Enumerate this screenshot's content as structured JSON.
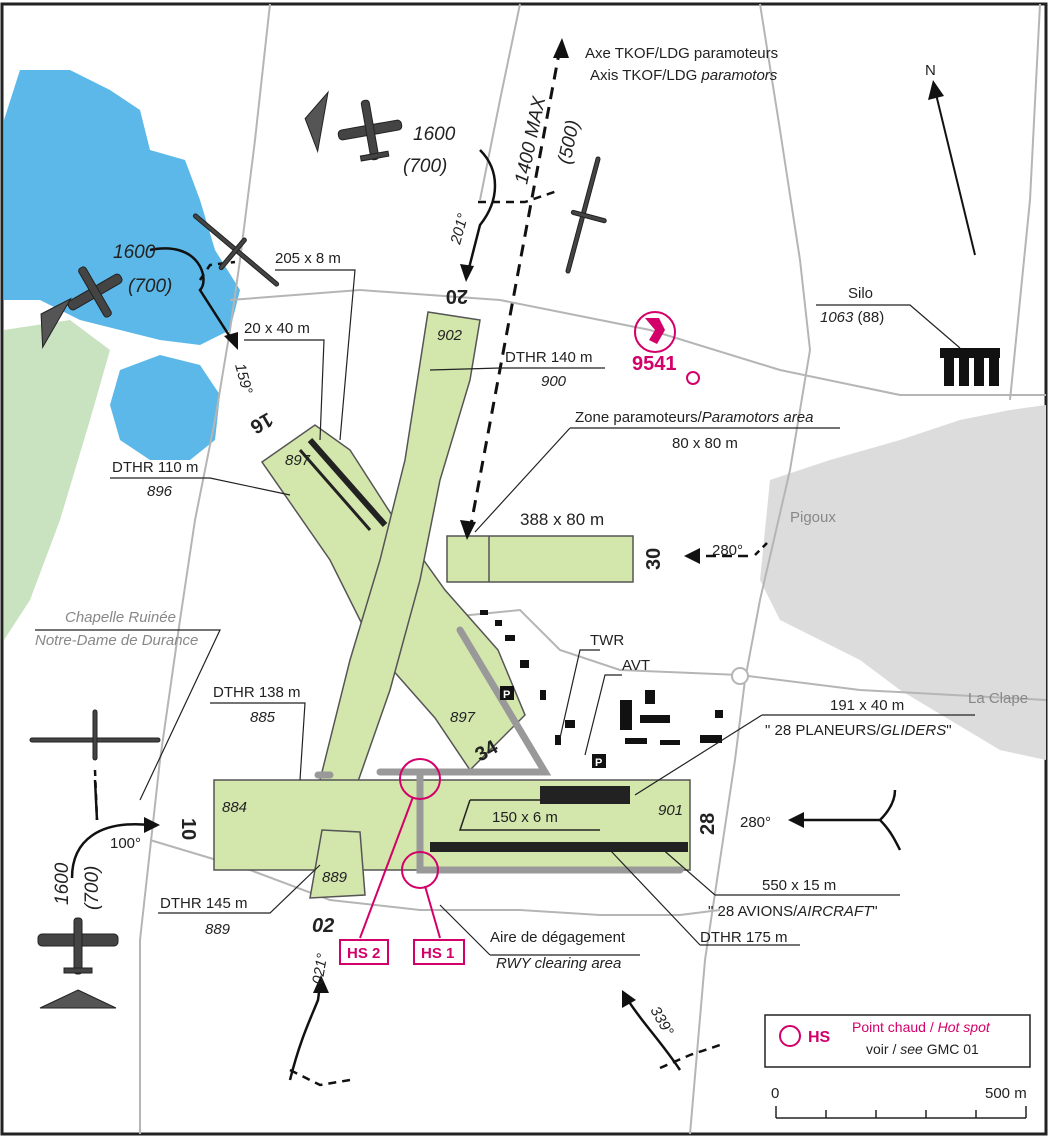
{
  "north_label": "N",
  "paramotor_axis": {
    "fr": "Axe TKOF/LDG paramoteurs",
    "en_prefix": "Axis TKOF/LDG",
    "en_italic": "paramotors",
    "max_alt": "1400 MAX",
    "max_alt_sub": "(500)"
  },
  "circuits": {
    "north": {
      "alt": "1600",
      "alt_sub": "(700)",
      "heading": "201°"
    },
    "west_top": {
      "alt": "1600",
      "alt_sub": "(700)",
      "heading": "159°"
    },
    "west_bottom": {
      "alt": "1600",
      "alt_sub": "(700)",
      "heading": "100°"
    },
    "south": {
      "heading": "021°"
    },
    "southeast": {
      "heading": "339°"
    },
    "east_upper": {
      "heading": "280°"
    },
    "east_lower": {
      "heading": "280°"
    }
  },
  "runways": {
    "rwy20": "20",
    "rwy16": "16",
    "rwy34": "34",
    "rwy02": "02",
    "rwy10": "10",
    "rwy28": "28",
    "rwy30": "30"
  },
  "elevations": {
    "e902": "902",
    "e897_top": "897",
    "e897_mid": "897",
    "e884": "884",
    "e889": "889",
    "e901": "901"
  },
  "labels": {
    "dim_205": "205 x 8 m",
    "dim_20x40": "20 x 40 m",
    "dthr_140": "DTHR 140 m",
    "dthr_140_elev": "900",
    "dthr_110": "DTHR 110 m",
    "dthr_110_elev": "896",
    "dthr_138": "DTHR 138 m",
    "dthr_138_elev": "885",
    "dthr_145": "DTHR 145 m",
    "dthr_145_elev": "889",
    "dthr_175": "DTHR 175 m",
    "silo": "Silo",
    "silo_elev": "1063",
    "silo_elev_sub": "(88)",
    "obstacle_id": "9541",
    "paramotor_zone_fr": "Zone paramoteurs/",
    "paramotor_zone_en": "Paramotors area",
    "paramotor_zone_dim": "80 x 80 m",
    "dim_388": "388 x 80 m",
    "pigoux": "Pigoux",
    "chapelle": "Chapelle Ruinée",
    "notre_dame": "Notre-Dame de Durance",
    "twr": "TWR",
    "avt": "AVT",
    "la_clape": "La Clape",
    "dim_191": "191 x 40 m",
    "gliders_fr": "\" 28 PLANEURS/",
    "gliders_en": "GLIDERS",
    "dim_150": "150 x 6 m",
    "dim_550": "550 x 15 m",
    "aircraft_fr": "\" 28 AVIONS/",
    "aircraft_en": "AIRCRAFT",
    "clearing_fr": "Aire de dégagement",
    "clearing_en": "RWY clearing area",
    "hs1": "HS 1",
    "hs2": "HS 2",
    "parking": "P"
  },
  "legend": {
    "hs_symbol": "HS",
    "hs_fr": "Point chaud /",
    "hs_en": "Hot spot",
    "see_fr": "voir /",
    "see_en": "see",
    "see_ref": "GMC 01"
  },
  "scale": {
    "start": "0",
    "end": "500 m"
  },
  "colors": {
    "water": "#5bb8e8",
    "grass": "#d3e6ac",
    "vegetation": "#c9e2c0",
    "town": "#dcdcdc",
    "hotspot": "#d4006a",
    "road": "#aaaaaa",
    "taxiway": "#999999"
  }
}
